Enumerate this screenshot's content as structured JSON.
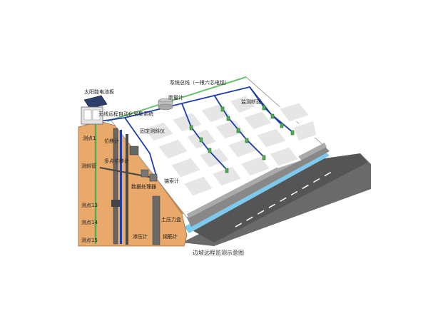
{
  "caption": "边坡远程监测示意图",
  "labels": {
    "solar_panel": "太阳能电池板",
    "wireless_system": "无线远程自动化采集系统",
    "system_bus": "系统总线（一根六芯电缆）",
    "rain_gauge": "雨量计",
    "monitoring_section": "监测断面",
    "fixed_inclinometer": "固定测斜仪",
    "displacement_meter": "位移计",
    "multipoint_displacement": "多点位移计",
    "data_processor": "数据处理器",
    "anchor_cable_meter": "锚索计",
    "piezometer": "渗压计",
    "pressure_box": "土压力盒",
    "rebar_meter": "钢筋计",
    "point_1": "测点1",
    "inclinometer_tube": "测斜管",
    "point_13": "测点13",
    "point_14": "测点14",
    "point_15": "测点15"
  },
  "colors": {
    "soil": "#e8a96a",
    "slope_top": "#ffffff",
    "grid_cell": "#e6e6e6",
    "cable": "#1f3fa8",
    "sensor": "#4fae4f",
    "road": "#5a5a5a",
    "water": "#7ec9ee"
  }
}
